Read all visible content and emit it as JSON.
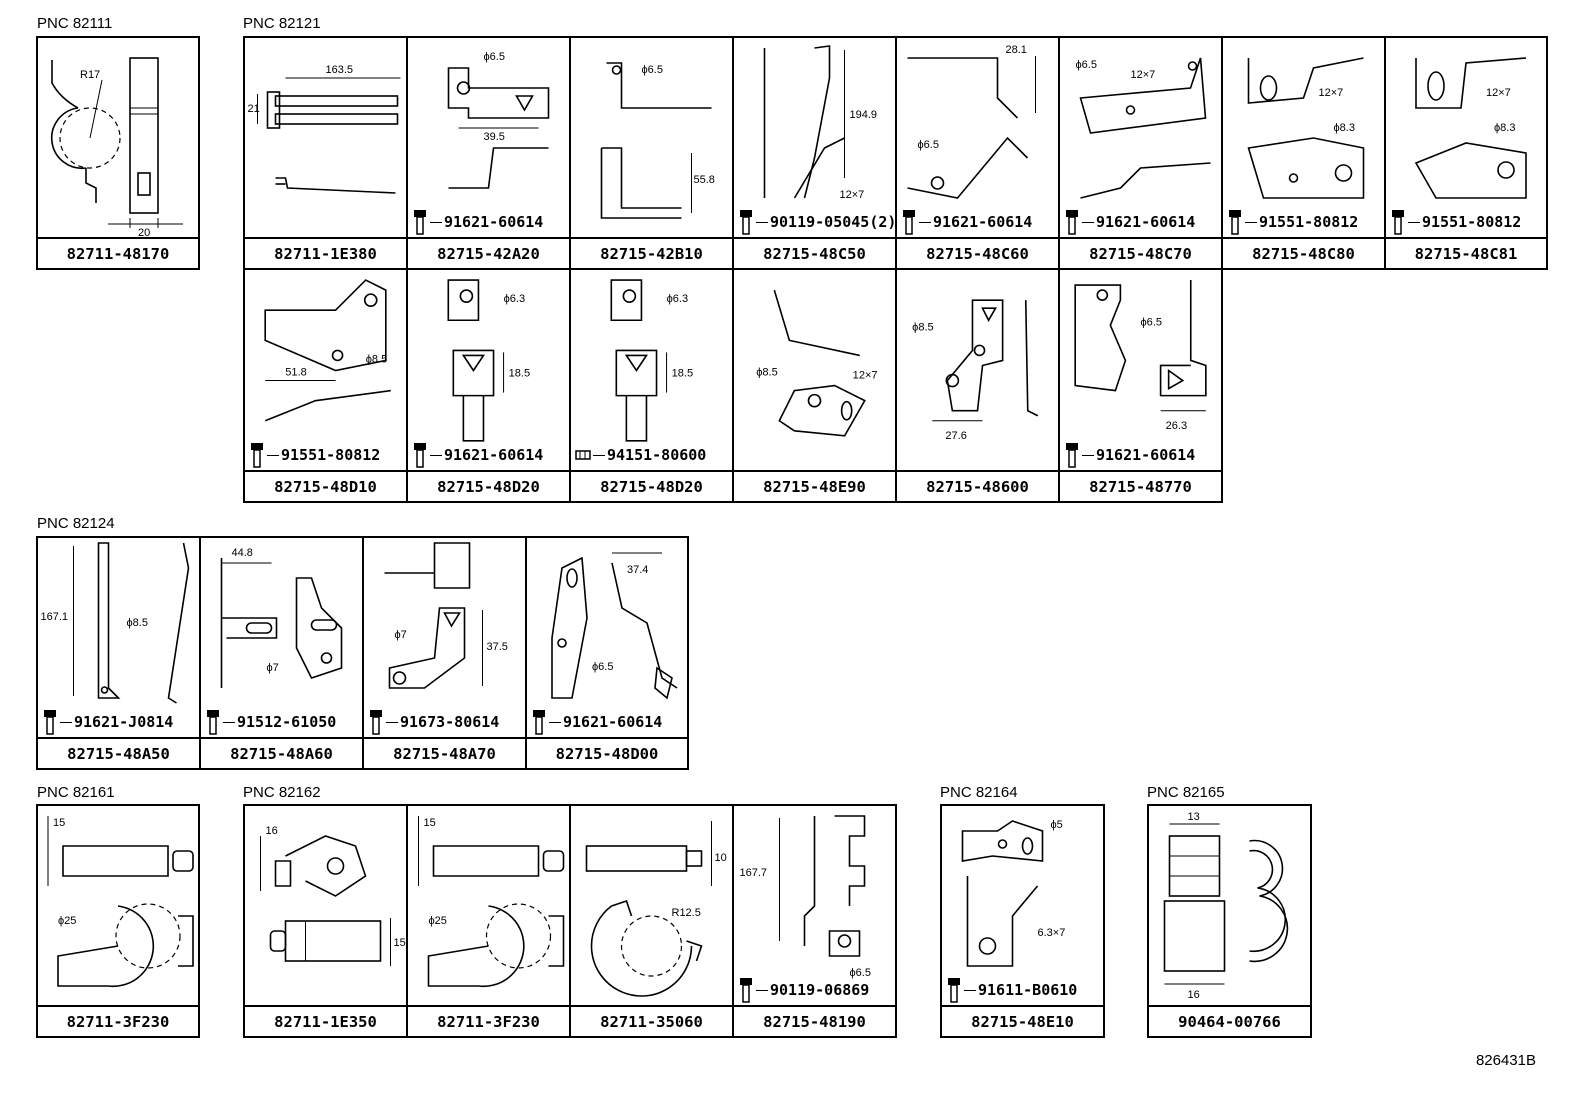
{
  "figure_id": "826431B",
  "groups": [
    {
      "pnc": "PNC 82111",
      "cells": [
        {
          "part": "82711-48170",
          "dims": [
            "R17",
            "20"
          ]
        }
      ]
    },
    {
      "pnc": "PNC 82121",
      "cells": [
        {
          "part": "82711-1E380",
          "dims": [
            "163.5",
            "21"
          ]
        },
        {
          "part": "82715-42A20",
          "fastener": "91621-60614",
          "dims": [
            "ϕ6.5",
            "39.5"
          ]
        },
        {
          "part": "82715-42B10",
          "dims": [
            "ϕ6.5",
            "55.8"
          ]
        },
        {
          "part": "82715-48C50",
          "fastener": "90119-05045(2)",
          "dims": [
            "194.9",
            "12×7"
          ]
        },
        {
          "part": "82715-48C60",
          "fastener": "91621-60614",
          "dims": [
            "28.1",
            "ϕ6.5"
          ]
        },
        {
          "part": "82715-48C70",
          "fastener": "91621-60614",
          "dims": [
            "ϕ6.5",
            "12×7"
          ]
        },
        {
          "part": "82715-48C80",
          "fastener": "91551-80812",
          "dims": [
            "12×7",
            "ϕ8.3"
          ]
        },
        {
          "part": "82715-48C81",
          "fastener": "91551-80812",
          "dims": [
            "12×7",
            "ϕ8.3"
          ]
        },
        {
          "part": "82715-48D10",
          "fastener": "91551-80812",
          "dims": [
            "51.8",
            "ϕ8.5"
          ]
        },
        {
          "part": "82715-48D20",
          "fastener": "91621-60614",
          "dims": [
            "ϕ6.3",
            "18.5"
          ]
        },
        {
          "part": "82715-48D20",
          "fastener": "94151-80600",
          "dims": [
            "ϕ6.3",
            "18.5"
          ]
        },
        {
          "part": "82715-48E90",
          "dims": [
            "ϕ8.5",
            "12×7"
          ]
        },
        {
          "part": "82715-48600",
          "dims": [
            "ϕ8.5",
            "27.6"
          ]
        },
        {
          "part": "82715-48770",
          "fastener": "91621-60614",
          "dims": [
            "ϕ6.5",
            "26.3"
          ]
        }
      ]
    },
    {
      "pnc": "PNC 82124",
      "cells": [
        {
          "part": "82715-48A50",
          "fastener": "91621-J0814",
          "dims": [
            "167.1",
            "ϕ8.5"
          ]
        },
        {
          "part": "82715-48A60",
          "fastener": "91512-61050",
          "dims": [
            "44.8",
            "ϕ7"
          ]
        },
        {
          "part": "82715-48A70",
          "fastener": "91673-80614",
          "dims": [
            "ϕ7",
            "37.5"
          ]
        },
        {
          "part": "82715-48D00",
          "fastener": "91621-60614",
          "dims": [
            "37.4",
            "ϕ6.5"
          ]
        }
      ]
    },
    {
      "pnc": "PNC 82161",
      "cells": [
        {
          "part": "82711-3F230",
          "dims": [
            "15",
            "ϕ25"
          ]
        }
      ]
    },
    {
      "pnc": "PNC 82162",
      "cells": [
        {
          "part": "82711-1E350",
          "dims": [
            "16",
            "15"
          ]
        },
        {
          "part": "82711-3F230",
          "dims": [
            "15",
            "ϕ25"
          ]
        },
        {
          "part": "82711-35060",
          "dims": [
            "10",
            "R12.5"
          ]
        },
        {
          "part": "82715-48190",
          "fastener": "90119-06869",
          "dims": [
            "167.7",
            "ϕ6.5"
          ]
        }
      ]
    },
    {
      "pnc": "PNC 82164",
      "cells": [
        {
          "part": "82715-48E10",
          "fastener": "91611-B0610",
          "dims": [
            "ϕ5",
            "6.3×7"
          ]
        }
      ]
    },
    {
      "pnc": "PNC 82165",
      "cells": [
        {
          "part": "90464-00766",
          "dims": [
            "13",
            "16"
          ]
        }
      ]
    }
  ]
}
